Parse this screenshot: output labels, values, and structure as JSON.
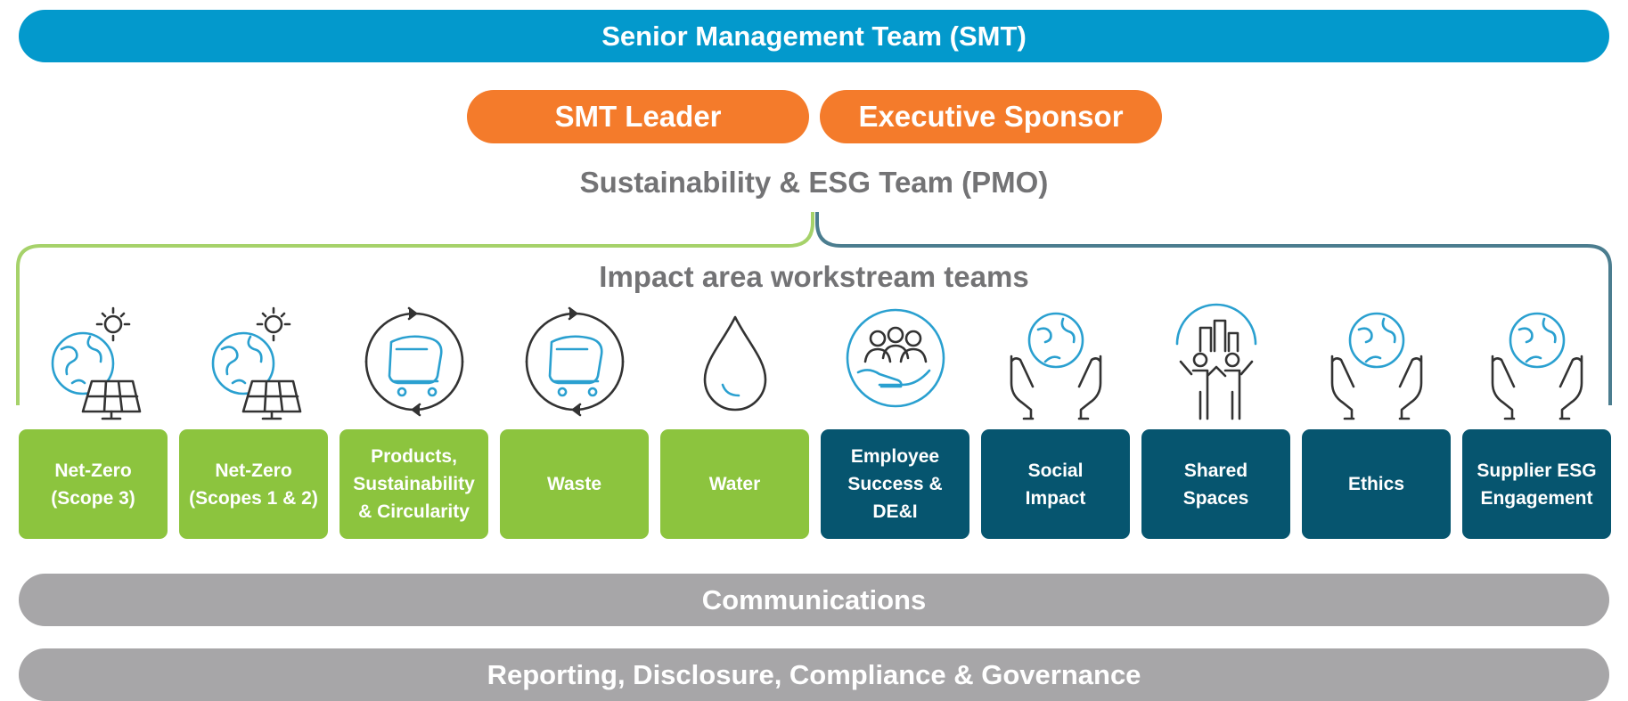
{
  "header": {
    "smt_label": "Senior Management Team (SMT)"
  },
  "leadership": {
    "leader_label": "SMT Leader",
    "sponsor_label": "Executive Sponsor"
  },
  "pmo_label": "Sustainability & ESG Team (PMO)",
  "workstreams_heading": "Impact area workstream teams",
  "colors": {
    "smt_blue": "#0399cc",
    "leadership_orange": "#f47b2b",
    "environment_green": "#8cc43e",
    "social_teal": "#06556f",
    "connector_green": "#a6d26a",
    "connector_teal": "#4b7d8f",
    "support_gray": "#a7a6a8",
    "heading_gray": "#737375"
  },
  "workstreams": [
    {
      "label": "Net-Zero\n(Scope 3)",
      "group": "environment",
      "icon": "globe-sun-solar-panel-icon"
    },
    {
      "label": "Net-Zero\n(Scopes 1 & 2)",
      "group": "environment",
      "icon": "globe-sun-solar-panel-icon"
    },
    {
      "label": "Products,\nSustainability\n& Circularity",
      "group": "environment",
      "icon": "floor-scrubber-cycle-icon"
    },
    {
      "label": "Waste",
      "group": "environment",
      "icon": "floor-scrubber-cycle-icon"
    },
    {
      "label": "Water",
      "group": "environment",
      "icon": "water-drop-icon"
    },
    {
      "label": "Employee\nSuccess &\nDE&I",
      "group": "social",
      "icon": "people-in-hand-icon"
    },
    {
      "label": "Social\nImpact",
      "group": "social",
      "icon": "hands-holding-globe-icon"
    },
    {
      "label": "Shared\nSpaces",
      "group": "social",
      "icon": "people-city-icon"
    },
    {
      "label": "Ethics",
      "group": "social",
      "icon": "hands-holding-globe-icon"
    },
    {
      "label": "Supplier ESG\nEngagement",
      "group": "social",
      "icon": "hands-holding-globe-icon"
    }
  ],
  "support": {
    "communications_label": "Communications",
    "reporting_label": "Reporting, Disclosure, Compliance & Governance"
  }
}
